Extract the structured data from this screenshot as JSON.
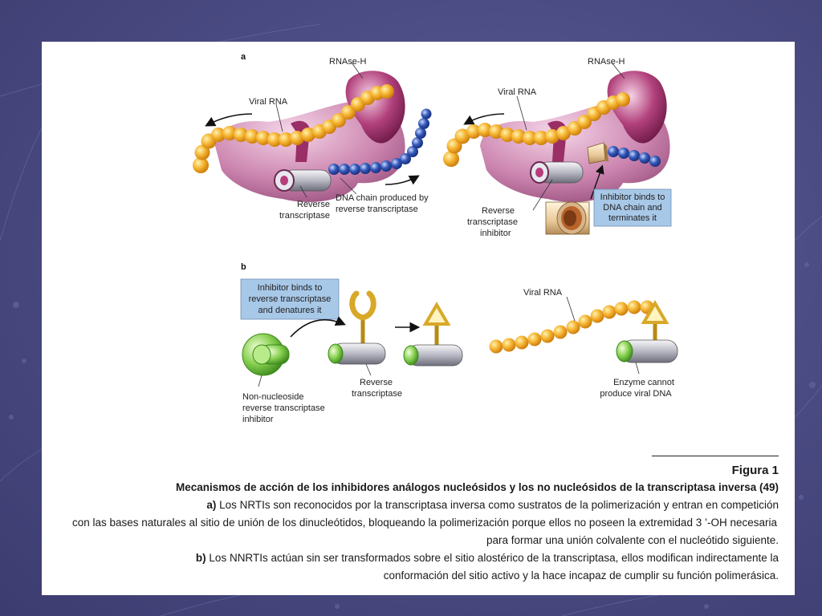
{
  "panel_a": {
    "label": "a",
    "left": {
      "rnase_label": "RNAse-H",
      "viral_rna_label": "Viral RNA",
      "rt_label": [
        "Reverse",
        "transcriptase"
      ],
      "dna_label": [
        "DNA chain produced by",
        "reverse transcriptase"
      ]
    },
    "right": {
      "rnase_label": "RNAse-H",
      "viral_rna_label": "Viral RNA",
      "inhibitor_label": [
        "Reverse",
        "transcriptase",
        "inhibitor"
      ],
      "box_label": [
        "Inhibitor binds to",
        "DNA chain and",
        "terminates it"
      ]
    }
  },
  "panel_b": {
    "label": "b",
    "box_label": [
      "Inhibitor binds to",
      "reverse transcriptase",
      "and denatures it"
    ],
    "nnrti_label": [
      "Non-nucleoside",
      "reverse transcriptase",
      "inhibitor"
    ],
    "rt_label": [
      "Reverse",
      "transcriptase"
    ],
    "viral_rna_label": "Viral RNA",
    "enzyme_label": [
      "Enzyme cannot",
      "produce viral DNA"
    ]
  },
  "caption": {
    "figure_title": "Figura 1",
    "heading": "Mecanismos de acción de los inhibidores análogos nucleósidos y los no nucleósidos de la transcriptasa inversa (49)",
    "a_prefix": "a)",
    "a_line1": "Los NRTIs son reconocidos por la transcriptasa inversa como sustratos de la polimerización y entran en competición",
    "a_line2": "con las bases naturales al sitio de unión de los dinucleótidos, bloqueando la polimerización porque ellos no poseen la extremidad 3 ’-OH necesaria",
    "a_line3": "para formar una unión colvalente con el nucleótido siguiente.",
    "b_prefix": "b)",
    "b_line1": "Los NNRTIs actúan sin ser transformados sobre el sitio alostérico de la transcriptasa, ellos modifican indirectamente la",
    "b_line2": "conformación del sitio activo y la hace incapaz de cumplir su función polimerásica."
  },
  "colors": {
    "slide_bg": "#4a4a82",
    "rna_bead": "#f0a828",
    "dna_bead": "#2a4aa8",
    "enzyme": "#c06a9a",
    "rnase": "#a8386e",
    "box_fill": "#a8c8e8",
    "green": "#7ccc50"
  }
}
